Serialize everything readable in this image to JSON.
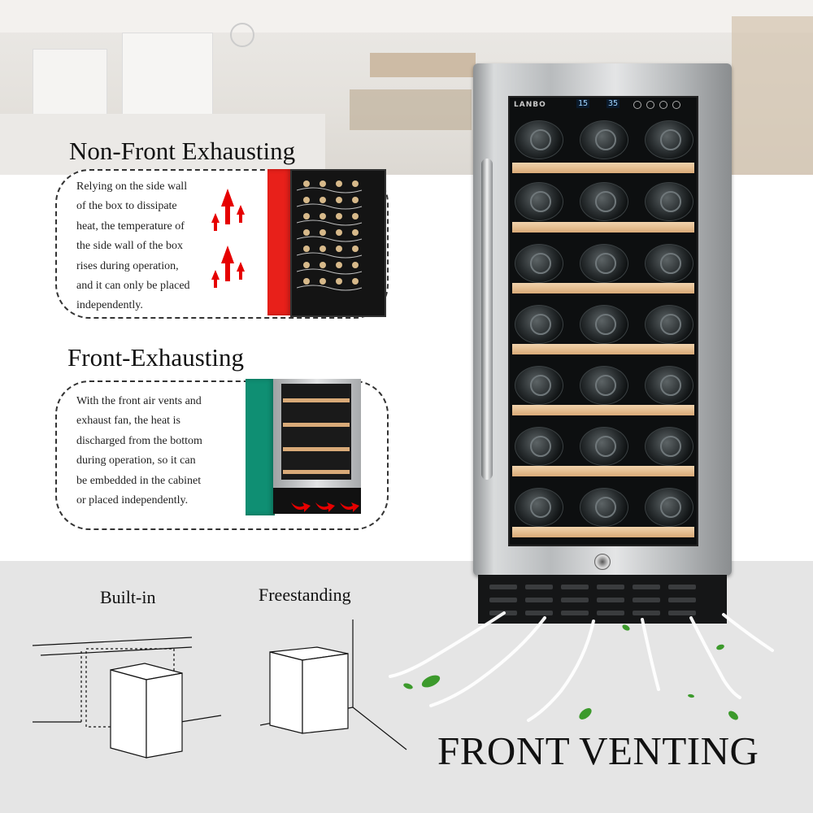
{
  "sections": {
    "non_front": {
      "heading": "Non-Front Exhausting",
      "lines": [
        "Relying on the side wall",
        "of the box to dissipate",
        "heat, the temperature of",
        "the side wall of the box",
        "rises during operation,",
        "and it can only be placed",
        "independently."
      ]
    },
    "front": {
      "heading": "Front-Exhausting",
      "lines": [
        "With the front air vents and",
        "exhaust fan, the heat is",
        "discharged from the bottom",
        "during operation, so it can",
        "be embedded in the cabinet",
        "or placed independently."
      ]
    }
  },
  "install": {
    "built_in": "Built-in",
    "freestanding": "Freestanding"
  },
  "title": "FRONT VENTING",
  "fridge": {
    "brand": "LANBO",
    "display_left": "15",
    "display_right": "35"
  },
  "colors": {
    "red_fridge": "#e8201a",
    "green_fridge": "#0f8f73",
    "arrow_red": "#e60000",
    "leaf_green": "#3c9a2c"
  }
}
